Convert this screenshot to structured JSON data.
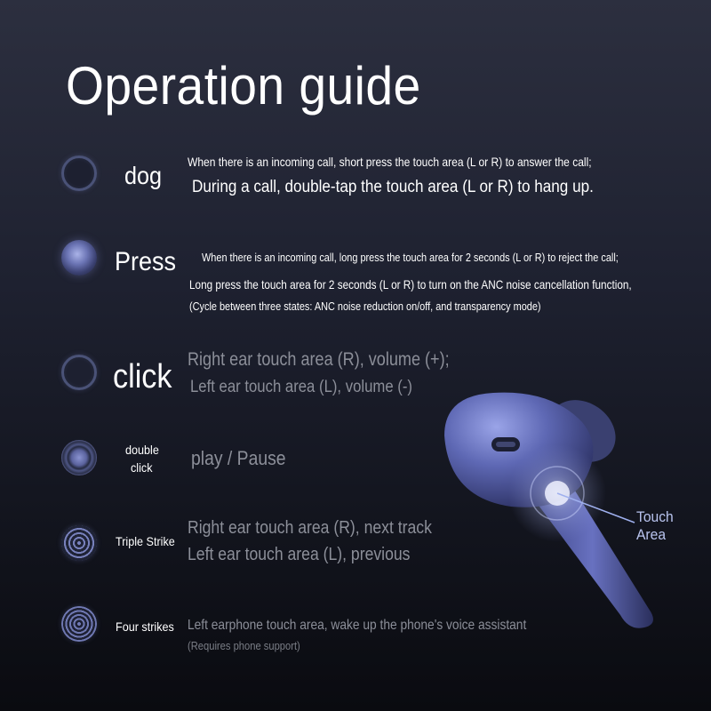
{
  "title": "Operation guide",
  "gestures": [
    {
      "label": "dog",
      "icon": "ring-icon",
      "lines": [
        "When there is an incoming call, short press the touch area (L or R) to answer the call;",
        "During a call, double-tap the touch area (L or R) to hang up."
      ]
    },
    {
      "label": "Press",
      "icon": "filled-circle-icon",
      "lines": [
        "When there is an incoming call, long press the touch area for 2 seconds (L or R) to reject the call;",
        "Long press the touch area for 2 seconds (L or R) to turn on the ANC noise cancellation function,",
        "(Cycle between three states: ANC noise reduction on/off, and transparency mode)"
      ]
    },
    {
      "label": "click",
      "icon": "ring-icon",
      "lines": [
        "Right ear touch area (R), volume (+);",
        "Left ear touch area (L), volume (-)"
      ]
    },
    {
      "label_line1": "double",
      "label_line2": "click",
      "icon": "double-ring-icon",
      "lines": [
        "play / Pause"
      ]
    },
    {
      "label": "Triple Strike",
      "icon": "triple-ring-icon",
      "lines": [
        "Right ear touch area (R), next track",
        "Left ear touch area (L), previous"
      ]
    },
    {
      "label": "Four strikes",
      "icon": "quad-ring-icon",
      "lines": [
        "Left earphone touch area, wake up the phone's voice assistant",
        "(Requires phone support)"
      ]
    }
  ],
  "illustration": {
    "callout": "Touch Area",
    "colors": {
      "earbud": "#4d57a0",
      "callout_line": "#9fb0ee"
    }
  }
}
